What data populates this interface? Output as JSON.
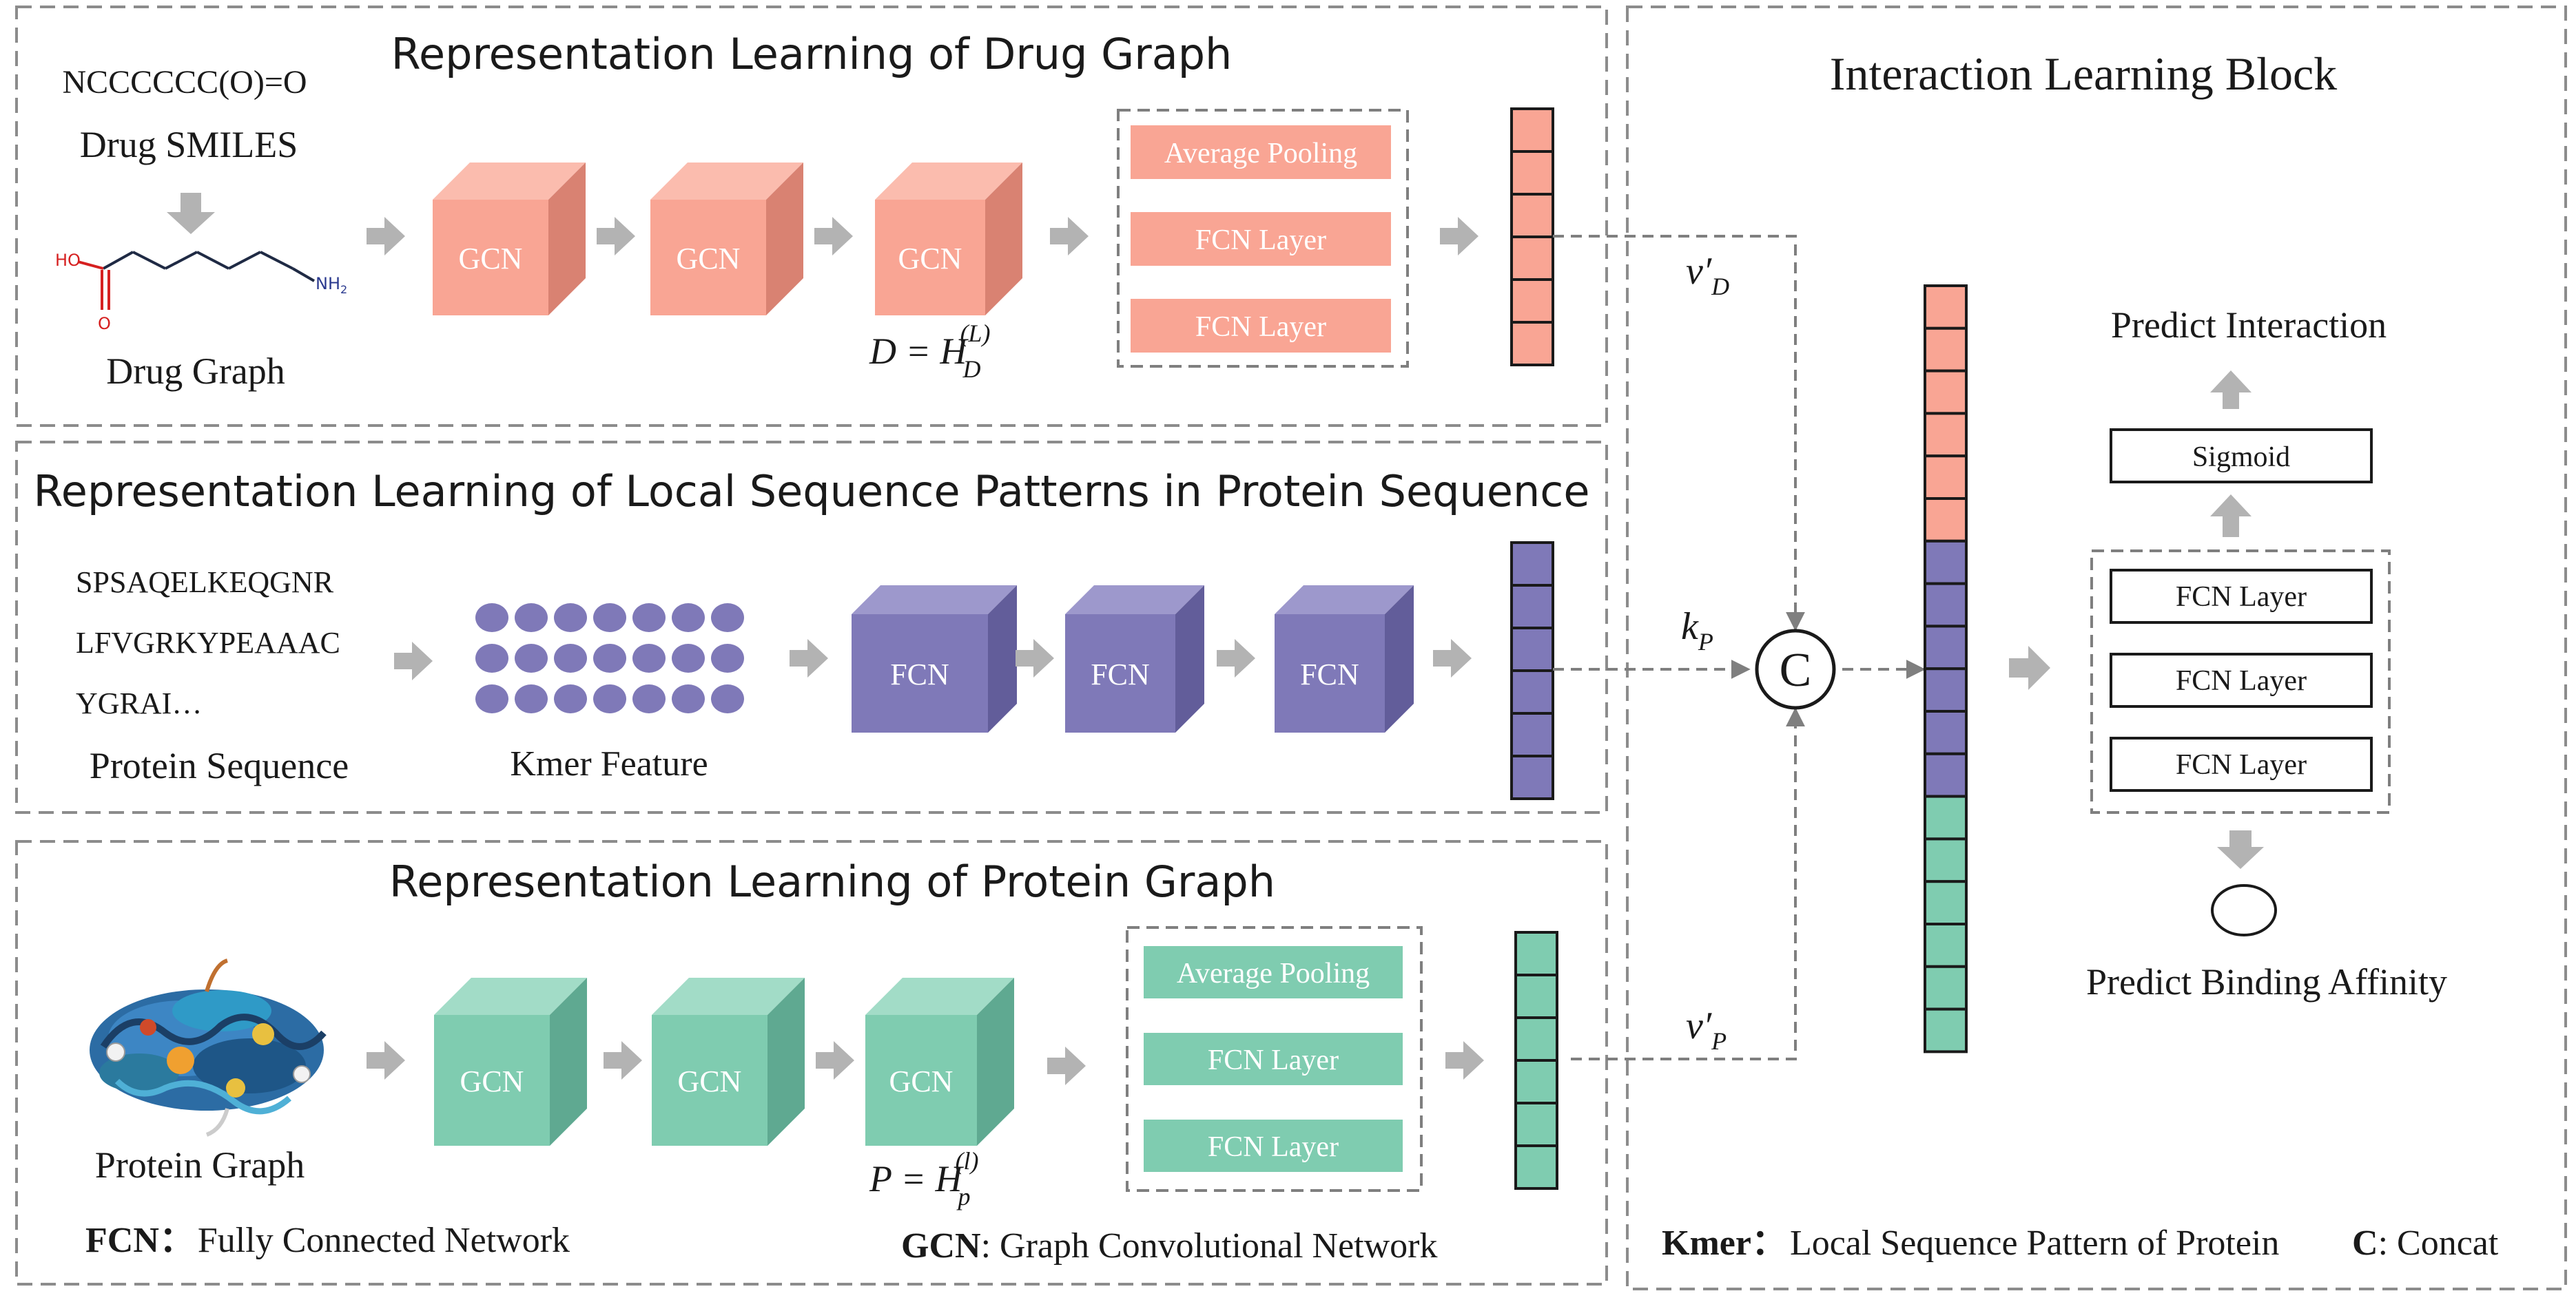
{
  "panels": {
    "drug": {
      "title": "Representation Learning of Drug Graph",
      "smiles": "NCCCCCC(O)=O",
      "smiles_label": "Drug SMILES",
      "graph_label": "Drug Graph",
      "atoms": {
        "ho": "HO",
        "o": "O",
        "nh2": "NH",
        "nh2_sub": "2"
      },
      "blocks": [
        "GCN",
        "GCN",
        "GCN"
      ],
      "output_eq": {
        "lhs": "D = H",
        "sub": "D",
        "sup": "(L)"
      },
      "pool_box": [
        "Average Pooling",
        "FCN Layer",
        "FCN Layer"
      ],
      "vector_label": {
        "base": "v",
        "prime": "′",
        "sub": "D"
      }
    },
    "sequence": {
      "title": "Representation Learning of Local Sequence Patterns in Protein Sequence",
      "seq_lines": [
        "SPSAQELKEQGNR",
        "LFVGRKYPEAAAC",
        "YGRAI…"
      ],
      "seq_label": "Protein Sequence",
      "kmer_label": "Kmer Feature",
      "blocks": [
        "FCN",
        "FCN",
        "FCN"
      ],
      "vector_label": {
        "base": "k",
        "sub": "P"
      }
    },
    "protein": {
      "title": "Representation Learning of Protein Graph",
      "graph_label": "Protein Graph",
      "blocks": [
        "GCN",
        "GCN",
        "GCN"
      ],
      "output_eq": {
        "lhs": "P = H",
        "sub": "p",
        "sup": "(l)"
      },
      "pool_box": [
        "Average Pooling",
        "FCN Layer",
        "FCN Layer"
      ],
      "vector_label": {
        "base": "v",
        "prime": "′",
        "sub": "P"
      }
    }
  },
  "legend": {
    "fcn_key": "FCN：",
    "fcn_text": "Fully Connected Network",
    "gcn_key": "GCN",
    "gcn_text": ": Graph Convolutional Network",
    "kmer_key": "Kmer：",
    "kmer_text": "Local Sequence Pattern of Protein",
    "c_key": "C",
    "c_text": ": Concat"
  },
  "interaction": {
    "title": "Interaction Learning Block",
    "concat_symbol": "C",
    "layers": [
      "FCN Layer",
      "FCN Layer",
      "FCN Layer"
    ],
    "sigmoid": "Sigmoid",
    "predict_interaction": "Predict Interaction",
    "predict_affinity": "Predict Binding Affinity"
  },
  "colors": {
    "drug": "#f9a594",
    "drug_dark": "#d98272",
    "drug_light": "#fbbcae",
    "seq": "#7f79b8",
    "seq_dark": "#625d9a",
    "seq_light": "#9d98cc",
    "protein": "#7fccb0",
    "protein_dark": "#5fa991",
    "protein_light": "#a2dcc7",
    "arrow": "#b3b3b3",
    "dash": "#7f7f7f"
  }
}
